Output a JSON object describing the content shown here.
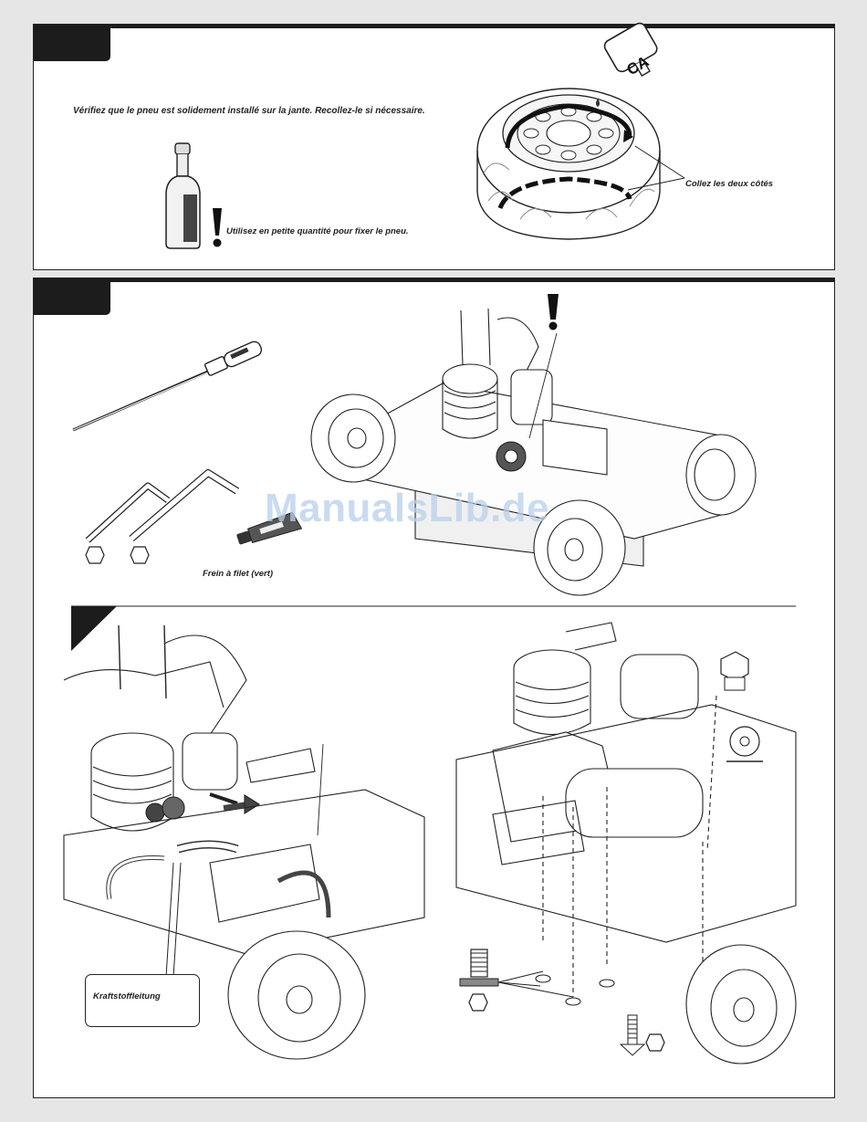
{
  "section1": {
    "instruction": "Vérifiez que le pneu est solidement installé sur la jante. Recollez-le si nécessaire.",
    "glue_note": "Utilisez en petite quantité pour fixer le pneu.",
    "both_sides_label": "Collez les deux côtés",
    "ca_bottle_label": "CA"
  },
  "section2": {
    "threadlock_label": "Frein à filet (vert)",
    "fuel_line_label": "Kraftstoffleitung"
  },
  "watermark": "ManualsLib.de"
}
